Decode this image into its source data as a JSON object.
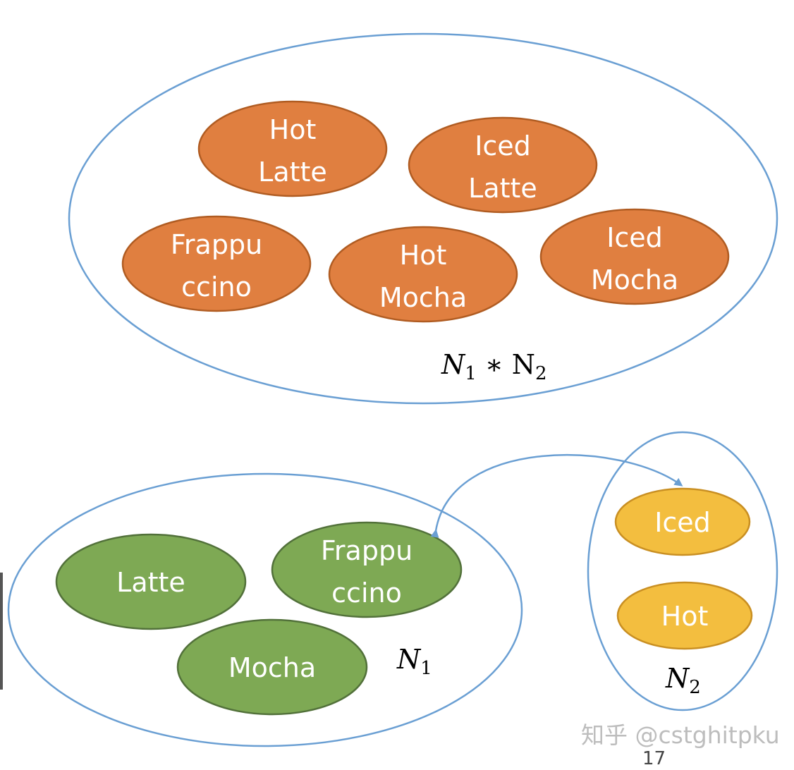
{
  "colors": {
    "set_outline": "#6a9fd3",
    "product_fill": "#e07f40",
    "product_stroke": "#b05c22",
    "n1_fill": "#7ea954",
    "n1_stroke": "#52713a",
    "n2_fill": "#f3be3f",
    "n2_stroke": "#c98f22",
    "pill_text": "#ffffff"
  },
  "product_set": {
    "label": {
      "n": "N",
      "sub1": "1",
      "op": " ∗ N",
      "sub2": "2"
    },
    "items": [
      {
        "lines": [
          "Hot",
          "Latte"
        ]
      },
      {
        "lines": [
          "Iced",
          "Latte"
        ]
      },
      {
        "lines": [
          "Frappu",
          "ccino"
        ]
      },
      {
        "lines": [
          "Hot",
          "Mocha"
        ]
      },
      {
        "lines": [
          "Iced",
          "Mocha"
        ]
      }
    ]
  },
  "set_n1": {
    "label": {
      "n": "N",
      "sub": "1"
    },
    "items": [
      {
        "lines": [
          "Latte"
        ]
      },
      {
        "lines": [
          "Frappu",
          "ccino"
        ]
      },
      {
        "lines": [
          "Mocha"
        ]
      }
    ]
  },
  "set_n2": {
    "label": {
      "n": "N",
      "sub": "2"
    },
    "items": [
      {
        "lines": [
          "Iced"
        ]
      },
      {
        "lines": [
          "Hot"
        ]
      }
    ]
  },
  "watermark": "知乎 @cstghitpku",
  "page_number": "17"
}
